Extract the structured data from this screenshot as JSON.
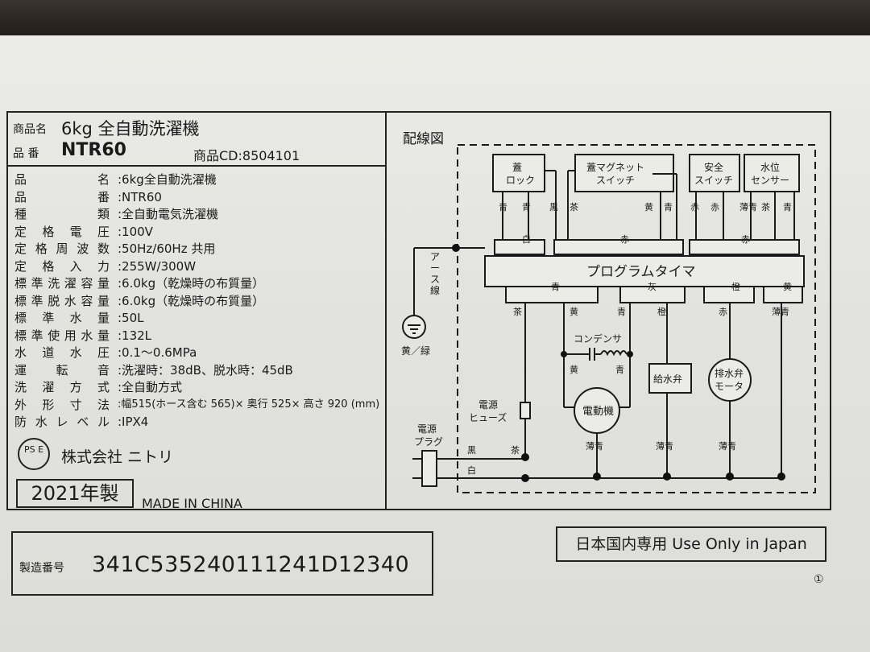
{
  "label": {
    "product_name_key": "商品名",
    "product_name": "6kg 全自動洗濯機",
    "model_key": "品 番",
    "model": "NTR60",
    "product_cd": "商品CD:8504101",
    "specs": [
      {
        "k": "品名",
        "v": ":6kg全自動洗濯機"
      },
      {
        "k": "品番",
        "v": ":NTR60"
      },
      {
        "k": "種類",
        "v": ":全自動電気洗濯機"
      },
      {
        "k": "定格電圧",
        "v": ":100V"
      },
      {
        "k": "定格周波数",
        "v": ":50Hz/60Hz 共用"
      },
      {
        "k": "定格入力",
        "v": ":255W/300W"
      },
      {
        "k": "標準洗濯容量",
        "v": ":6.0kg（乾燥時の布質量）"
      },
      {
        "k": "標準脱水容量",
        "v": ":6.0kg（乾燥時の布質量）"
      },
      {
        "k": "標準水量",
        "v": ":50L"
      },
      {
        "k": "標準使用水量",
        "v": ":132L"
      },
      {
        "k": "水道水圧",
        "v": ":0.1〜0.6MPa"
      },
      {
        "k": "運転音",
        "v": ":洗濯時：38dB、脱水時：45dB"
      },
      {
        "k": "洗濯方式",
        "v": ":全自動方式"
      },
      {
        "k": "外形寸法",
        "v": ":幅515(ホース含む 565)× 奥行 525× 高さ 920 (mm)"
      },
      {
        "k": "防水レベル",
        "v": ":IPX4"
      }
    ],
    "pse_mark": "PS E",
    "company": "株式会社 ニトリ",
    "year": "2021年製",
    "origin": "MADE IN CHINA",
    "serial_key": "製造番号",
    "serial": "341C535240111241D12340",
    "domestic": "日本国内専用 Use Only in Japan",
    "circle_one": "①"
  },
  "wiring": {
    "title": "配線図",
    "lid_lock": [
      "蓋",
      "ロック"
    ],
    "lid_magnet": [
      "蓋マグネット",
      "スイッチ"
    ],
    "safety": [
      "安全",
      "スイッチ"
    ],
    "level": [
      "水位",
      "センサー"
    ],
    "timer": "プログラムタイマ",
    "earth_line": [
      "ア",
      "ー",
      "ス",
      "線"
    ],
    "earth_color": "黄／緑",
    "capacitor": "コンデンサ",
    "motor": "電動機",
    "supply_valve": "給水弁",
    "drain": [
      "排水弁",
      "モータ"
    ],
    "fuse": [
      "電源",
      "ヒューズ"
    ],
    "plug": [
      "電源",
      "プラグ"
    ],
    "wire_colors_top": [
      "青",
      "青",
      "黒",
      "茶",
      "黄",
      "青",
      "赤",
      "赤",
      "薄青",
      "茶",
      "青"
    ],
    "bus_top": [
      "白",
      "赤",
      "赤"
    ],
    "bus_bottom": [
      "青",
      "灰",
      "橙",
      "黄"
    ],
    "wire_colors_bottom": [
      "茶",
      "黄",
      "青",
      "橙",
      "赤",
      "薄青"
    ],
    "cap_colors": [
      "黄",
      "青"
    ],
    "motor_out": "薄青",
    "supply_black": "黒",
    "supply_brown": "茶",
    "supply_white": "白"
  }
}
